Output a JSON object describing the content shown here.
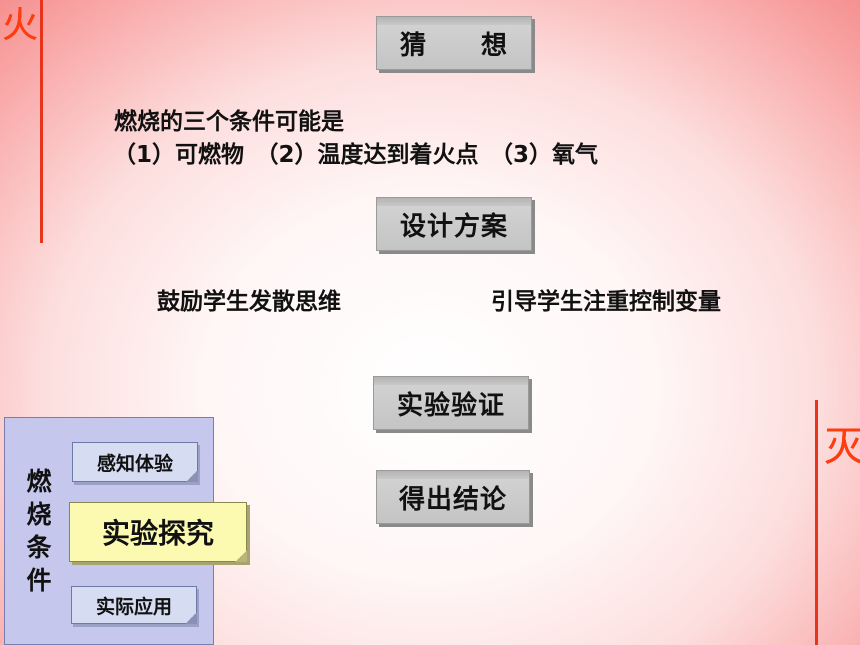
{
  "steps": {
    "guess": "猜　　想",
    "design": "设计方案",
    "verify": "实验验证",
    "conclusion": "得出结论"
  },
  "hypothesis": {
    "line1": "燃烧的三个条件可能是",
    "line2": "（1）可燃物　（2）温度达到着火点　（3）氧气"
  },
  "design_notes": {
    "left": "鼓励学生发散思维",
    "right": "引导学生注重控制变量"
  },
  "decoration": {
    "fire_glyph": "火",
    "extinguish_glyph": "灭"
  },
  "nav": {
    "title_chars": [
      "燃",
      "烧",
      "条",
      "件"
    ],
    "items": [
      {
        "label": "感知体验",
        "active": false
      },
      {
        "label": "实验探究",
        "active": true
      },
      {
        "label": "实际应用",
        "active": false
      }
    ]
  },
  "colors": {
    "accent_fire": "#ff3b10",
    "panel_bg": "#c5c7ec",
    "active_note": "#fbfab0"
  }
}
